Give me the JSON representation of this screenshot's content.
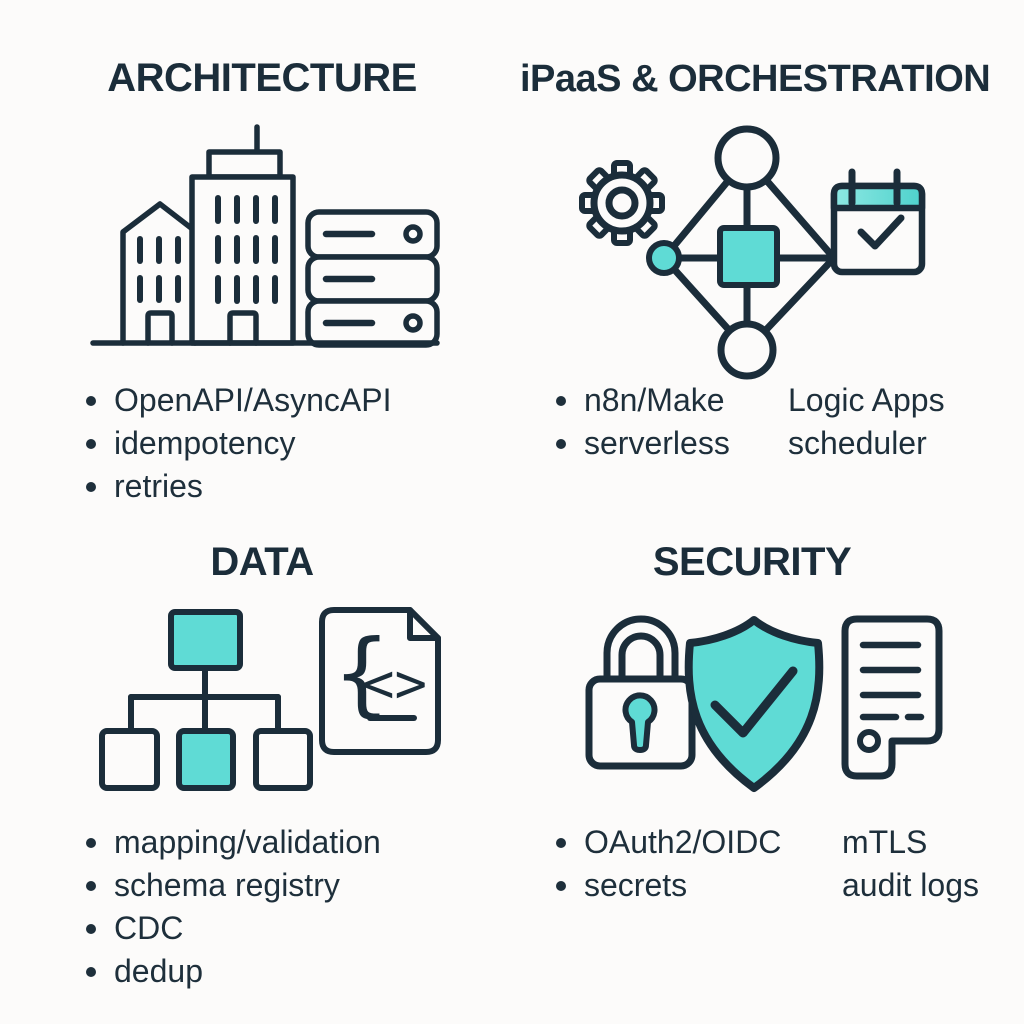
{
  "colors": {
    "ink": "#1b2d3a",
    "teal": "#5fdbd5",
    "teal_light": "#8ee8e3",
    "teal_dark": "#4ed2cc",
    "background": "#fcfbfa"
  },
  "quadrants": {
    "architecture": {
      "title": "ARCHITECTURE",
      "bullets": [
        "OpenAPI/AsyncAPI",
        "idempotency",
        "retries"
      ]
    },
    "ipaas": {
      "title": "iPaaS & ORCHESTRATION",
      "bullets": [
        "n8n/Make",
        "serverless"
      ],
      "bullets_col2": [
        "Logic Apps",
        "scheduler"
      ]
    },
    "data": {
      "title": "DATA",
      "bullets": [
        "mapping/validation",
        "schema registry",
        "CDC",
        "dedup"
      ]
    },
    "security": {
      "title": "SECURITY",
      "bullets": [
        "OAuth2/OIDC",
        "secrets"
      ],
      "bullets_col2": [
        "mTLS",
        "audit logs"
      ]
    }
  },
  "icons": {
    "architecture": [
      "buildings-icon",
      "server-stack-icon"
    ],
    "ipaas": [
      "gear-icon",
      "workflow-diagram-icon",
      "calendar-check-icon"
    ],
    "data": [
      "tree-diagram-icon",
      "code-file-icon"
    ],
    "security": [
      "padlock-icon",
      "shield-check-icon",
      "audit-log-icon"
    ],
    "code_file": {
      "glyph_brace": "{",
      "glyph_angle": "<>"
    }
  }
}
